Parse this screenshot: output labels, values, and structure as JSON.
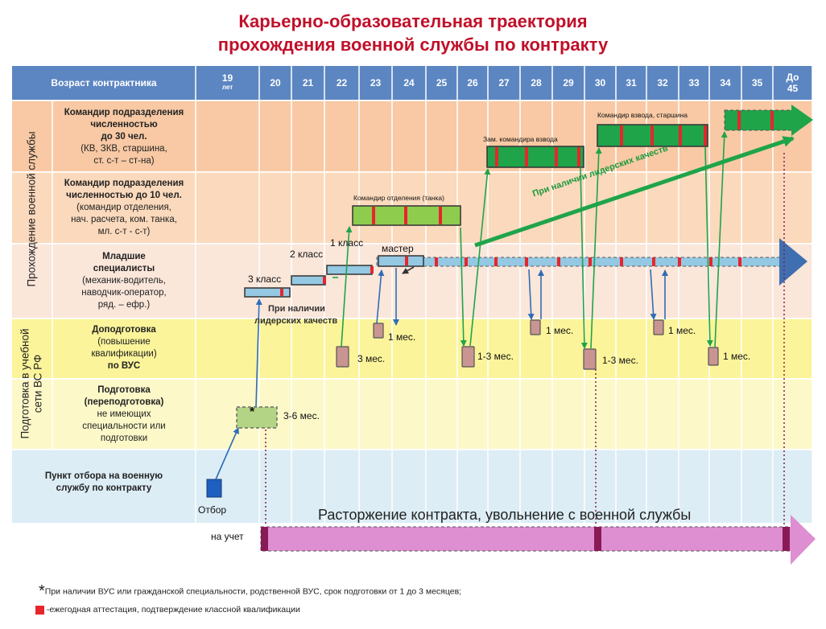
{
  "title_line1": "Карьерно-образовательная траектория",
  "title_line2": "прохождения военной службы по контракту",
  "header_label": "Возраст контрактника",
  "ages": [
    "19",
    "20",
    "21",
    "22",
    "23",
    "24",
    "25",
    "26",
    "27",
    "28",
    "29",
    "30",
    "31",
    "32",
    "33",
    "34",
    "35",
    "До"
  ],
  "age_first_suffix": "лет",
  "age_last_suffix": "45",
  "vertical_labels": {
    "service": "Прохождение военной службы",
    "training_line1": "Подготовка в учебной",
    "training_line2": "сети ВС РФ"
  },
  "rows": {
    "cmd30": {
      "bold1": "Командир  подразделения",
      "bold2": "численностью",
      "bold3": "до 30 чел.",
      "norm1": "(КВ, ЗКВ, старшина,",
      "norm2": "ст. с-т – ст-на)"
    },
    "cmd10": {
      "bold1": "Командир подразделения",
      "bold2": "численностью до 10 чел.",
      "norm1": "(командир отделения,",
      "norm2": "нач. расчета,  ком. танка,",
      "norm3": "мл. с-т -  с-т)"
    },
    "junior": {
      "bold1": "Младшие",
      "bold2": "специалисты",
      "norm1": "(механик-водитель,",
      "norm2": "наводчик-оператор,",
      "norm3": "ряд. – ефр.)"
    },
    "dopod": {
      "bold1": "Доподготовка",
      "norm1": "(повышение",
      "norm2": "квалификации)",
      "bold2": "по  ВУС"
    },
    "perepod": {
      "bold1": "Подготовка",
      "bold2": "(переподготовка)",
      "norm1": "не имеющих",
      "norm2": "специальности или",
      "norm3": "подготовки"
    },
    "otbor": {
      "bold1": "Пункт отбора на военную",
      "bold2": "службу по контракту"
    }
  },
  "labels": {
    "class3": "3 класс",
    "class2": "2 класс",
    "class1": "1 класс",
    "master": "мастер",
    "leader_junior_1": "При наличии",
    "leader_junior_2": "лидерских качеств",
    "leader_diag": "При наличии лидерских качеств",
    "squad_cmdr": "Командир отделения (танка)",
    "deputy_platoon": "Зам. командира взвода",
    "platoon_cmdr": "Командир взвода, старшина",
    "otbor": "Отбор",
    "na_uchet": "на  учет",
    "termination": "Расторжение    контракта, увольнение с военной службы",
    "asterisk": "*"
  },
  "durations": {
    "d1": "1  мес.",
    "d2": "3  мес.",
    "d3": "1-3 мес.",
    "d4": "1  мес.",
    "d5": "1-3 мес.",
    "d6": "1  мес.",
    "d7": "1 мес.",
    "d8": "3-6 мес."
  },
  "footnotes": {
    "star_mark": "*",
    "star_text": "При наличии ВУС или гражданской специальности, родственной ВУС, срок подготовки от 1 до 3 месяцев;",
    "red_text": " -ежегодная аттестация, подтверждение классной квалификации"
  },
  "colors": {
    "title": "#c0102a",
    "header_bg": "#5c86c2",
    "row_cmd30": "#f8c9a4",
    "row_cmd10": "#fbd9bc",
    "row_junior": "#fbe6da",
    "row_dopod": "#fbf49a",
    "row_perepod": "#fcf8c8",
    "row_otbor": "#dcedf5",
    "green_bar": "#1fa44a",
    "lightgreen_bar": "#8ecc4e",
    "blue_bar": "#95c8e2",
    "pink_bar": "#dd8fd1",
    "attestation": "#e6262b"
  }
}
